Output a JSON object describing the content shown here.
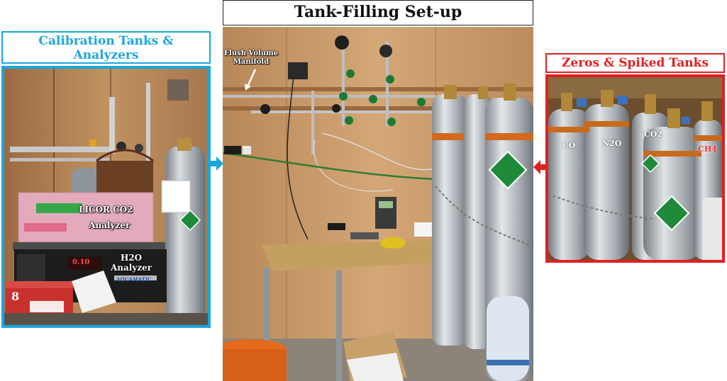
{
  "colors": {
    "left_accent": "#1aa7de",
    "right_accent": "#e02020",
    "center_border": "#222222"
  },
  "left_panel": {
    "title_line1": "Calibration Tanks &",
    "title_line2": "Analyzers",
    "labels": {
      "licor_line1": "LICOR CO2",
      "licor_line2": "Analyzer",
      "h2o_line1": "H2O",
      "h2o_line2": "Analyzer",
      "display_value": "0.10",
      "aquamatic": "AQUAMATIC",
      "toolbox_number": "8"
    }
  },
  "center_panel": {
    "title": "Tank-Filling Set-up",
    "labels": {
      "flush_line1": "Flush Volume",
      "flush_line2": "Manifold"
    }
  },
  "right_panel": {
    "title": "Zeros & Spiked Tanks",
    "labels": {
      "co": "CO",
      "n2o": "N2O",
      "co2": "CO2",
      "ch4": "CH4"
    }
  },
  "arrows": {
    "left_icon": "arrow-right-icon",
    "right_icon": "arrow-left-icon"
  }
}
